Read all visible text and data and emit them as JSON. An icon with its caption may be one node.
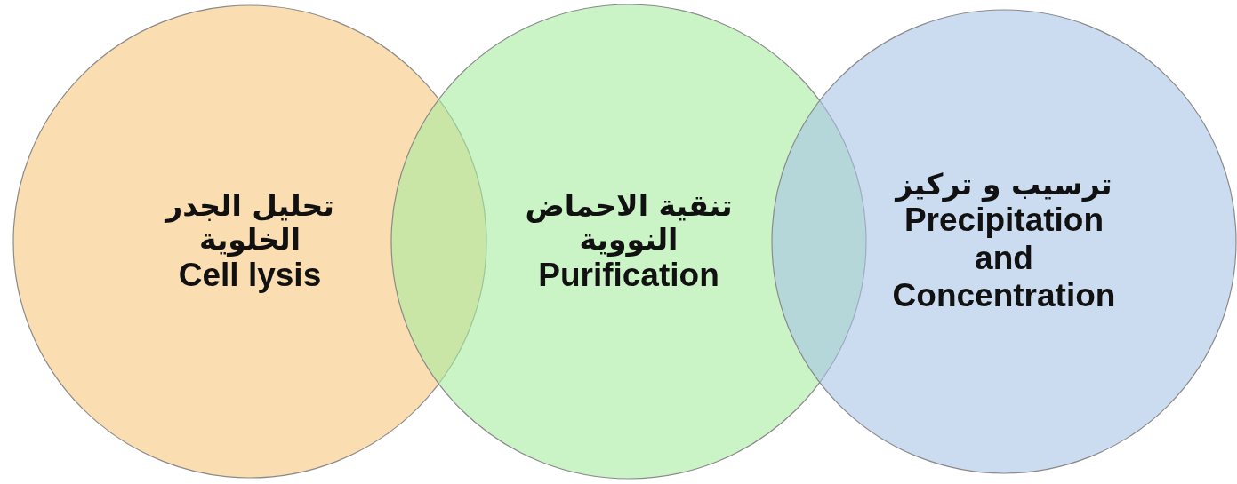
{
  "diagram": {
    "nodes": [
      {
        "text": [
          "تحليل الجدر الخلوية",
          "Cell lysis"
        ]
      },
      {
        "text": [
          "تنقية الاحماض النووية",
          "Purification"
        ]
      },
      {
        "text": [
          "ترسيب و تركيز",
          "Precipitation and Concentration"
        ]
      }
    ]
  }
}
